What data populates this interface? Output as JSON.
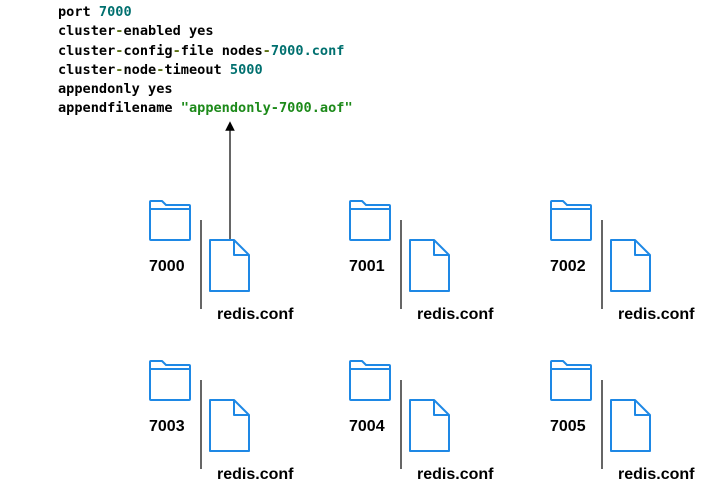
{
  "config_lines": [
    {
      "parts": [
        {
          "t": "port ",
          "c": "plain"
        },
        {
          "t": "7000",
          "c": "num"
        }
      ]
    },
    {
      "parts": [
        {
          "t": "cluster",
          "c": "plain"
        },
        {
          "t": "-",
          "c": "dash"
        },
        {
          "t": "enabled yes",
          "c": "plain"
        }
      ]
    },
    {
      "parts": [
        {
          "t": "cluster",
          "c": "plain"
        },
        {
          "t": "-",
          "c": "dash"
        },
        {
          "t": "config",
          "c": "plain"
        },
        {
          "t": "-",
          "c": "dash"
        },
        {
          "t": "file nodes",
          "c": "plain"
        },
        {
          "t": "-",
          "c": "dash"
        },
        {
          "t": "7000",
          "c": "num"
        },
        {
          "t": ".conf",
          "c": "num"
        }
      ]
    },
    {
      "parts": [
        {
          "t": "cluster",
          "c": "plain"
        },
        {
          "t": "-",
          "c": "dash"
        },
        {
          "t": "node",
          "c": "plain"
        },
        {
          "t": "-",
          "c": "dash"
        },
        {
          "t": "timeout ",
          "c": "plain"
        },
        {
          "t": "5000",
          "c": "num"
        }
      ]
    },
    {
      "parts": [
        {
          "t": "appendonly yes",
          "c": "plain"
        }
      ]
    },
    {
      "parts": [
        {
          "t": "appendfilename ",
          "c": "plain"
        },
        {
          "t": "\"appendonly-7000.aof\"",
          "c": "str"
        }
      ]
    }
  ],
  "nodes": [
    {
      "dir": "7000",
      "file": "redis.conf"
    },
    {
      "dir": "7001",
      "file": "redis.conf"
    },
    {
      "dir": "7002",
      "file": "redis.conf"
    },
    {
      "dir": "7003",
      "file": "redis.conf"
    },
    {
      "dir": "7004",
      "file": "redis.conf"
    },
    {
      "dir": "7005",
      "file": "redis.conf"
    }
  ],
  "icons": {
    "folder": "folder-icon",
    "file": "file-icon"
  },
  "colors": {
    "icon_stroke": "#1e88e5",
    "number": "#00706f",
    "string": "#1d8a1a",
    "dash": "#5a6f12",
    "text": "#000000"
  }
}
